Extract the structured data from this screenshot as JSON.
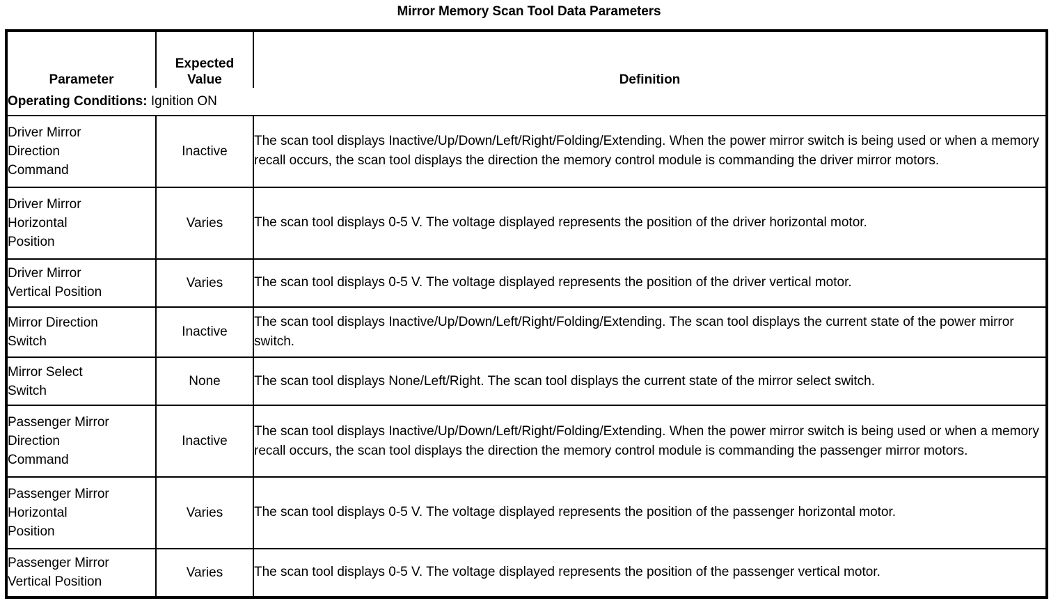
{
  "document": {
    "title": "Mirror Memory Scan Tool Data Parameters"
  },
  "table": {
    "headers": {
      "parameter": "Parameter",
      "expected_value_line1": "Expected",
      "expected_value_line2": "Value",
      "definition": "Definition"
    },
    "operating_conditions": {
      "label": "Operating Conditions:",
      "value": "Ignition ON"
    },
    "rows": [
      {
        "parameter": "Driver Mirror Direction Command",
        "parameter_lines": [
          "Driver Mirror",
          "Direction",
          "Command"
        ],
        "expected_value": "Inactive",
        "definition": "The scan tool displays Inactive/Up/Down/Left/Right/Folding/Extending. When the power mirror switch is being used or when a memory recall occurs, the scan tool displays the direction the memory control module is commanding the driver mirror motors."
      },
      {
        "parameter": "Driver Mirror Horizontal Position",
        "parameter_lines": [
          "Driver Mirror",
          "Horizontal",
          "Position"
        ],
        "expected_value": "Varies",
        "definition": "The scan tool displays 0-5 V. The voltage displayed represents the position of the driver horizontal motor."
      },
      {
        "parameter": "Driver Mirror Vertical Position",
        "parameter_lines": [
          "Driver Mirror",
          "Vertical Position"
        ],
        "expected_value": "Varies",
        "definition": "The scan tool displays 0-5 V. The voltage displayed represents the position of the driver vertical motor."
      },
      {
        "parameter": "Mirror Direction Switch",
        "parameter_lines": [
          "Mirror Direction",
          "Switch"
        ],
        "expected_value": "Inactive",
        "definition": "The scan tool displays Inactive/Up/Down/Left/Right/Folding/Extending. The scan tool displays the current state of the power mirror switch."
      },
      {
        "parameter": "Mirror Select Switch",
        "parameter_lines": [
          "Mirror Select",
          "Switch"
        ],
        "expected_value": "None",
        "definition": "The scan tool displays None/Left/Right. The scan tool displays the current state of the mirror select switch."
      },
      {
        "parameter": "Passenger Mirror Direction Command",
        "parameter_lines": [
          "Passenger Mirror",
          "Direction",
          "Command"
        ],
        "expected_value": "Inactive",
        "definition": "The scan tool displays Inactive/Up/Down/Left/Right/Folding/Extending. When the power mirror switch is being used or when a memory recall occurs, the scan tool displays the direction the memory control module is commanding the passenger mirror motors."
      },
      {
        "parameter": "Passenger Mirror Horizontal Position",
        "parameter_lines": [
          "Passenger Mirror",
          "Horizontal",
          "Position"
        ],
        "expected_value": "Varies",
        "definition": "The scan tool displays 0-5 V. The voltage displayed represents the position of the passenger horizontal motor."
      },
      {
        "parameter": "Passenger Mirror Vertical Position",
        "parameter_lines": [
          "Passenger Mirror",
          "Vertical Position"
        ],
        "expected_value": "Varies",
        "definition": "The scan tool displays 0-5 V. The voltage displayed represents the position of the passenger vertical motor."
      }
    ]
  },
  "colors": {
    "text": "#000000",
    "background": "#ffffff",
    "border": "#000000"
  }
}
